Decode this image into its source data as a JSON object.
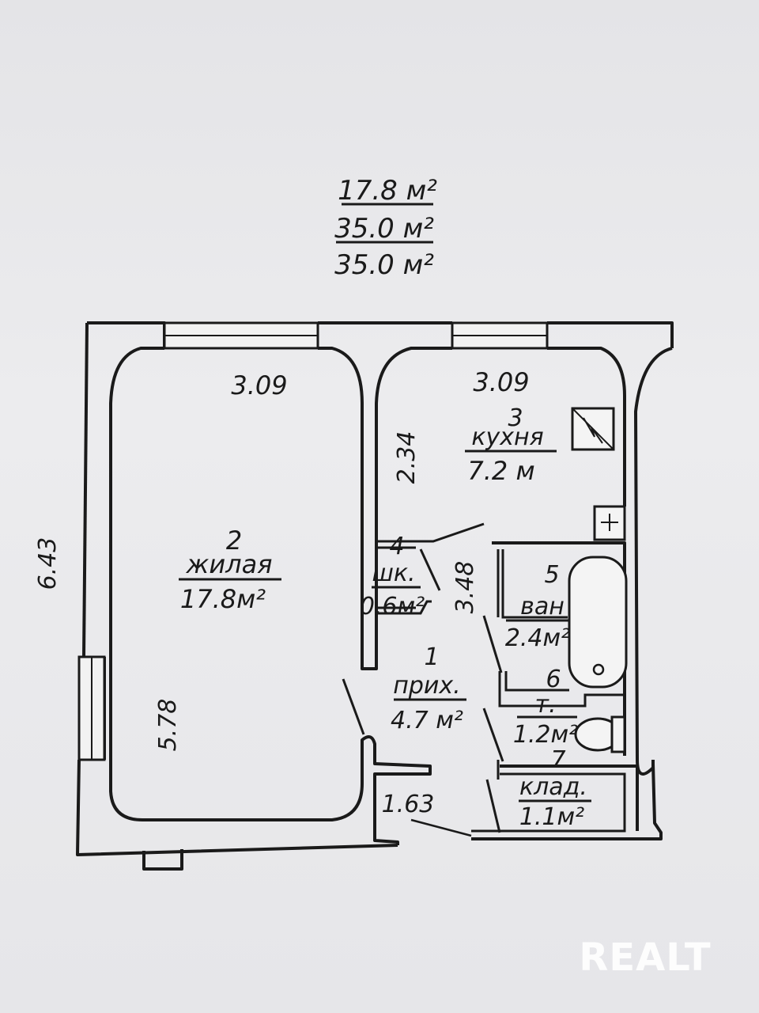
{
  "summary": {
    "living_area": "17.8 м²",
    "total_area": "35.0 м²",
    "total_area_2": "35.0 м²"
  },
  "dimensions": {
    "overall_height": "6.43",
    "living_width": "3.09",
    "living_height": "5.78",
    "kitchen_width": "3.09",
    "kitchen_height": "2.34",
    "hall_height": "3.48",
    "hall_width": "1.63"
  },
  "rooms": {
    "living": {
      "number": "2",
      "name": "жилая",
      "area": "17.8м²"
    },
    "kitchen": {
      "number": "3",
      "name": "кухня",
      "area": "7.2 м"
    },
    "closet": {
      "number": "4",
      "name": "шк.",
      "area": "0.6м²"
    },
    "bath": {
      "number": "5",
      "name": "ван",
      "area": "2.4м²"
    },
    "hall": {
      "number": "1",
      "name": "прих.",
      "area": "4.7 м²"
    },
    "toilet": {
      "number": "6",
      "name": "т.",
      "area": "1.2м²"
    },
    "storage": {
      "number": "7",
      "name": "клад.",
      "area": "1.1м²"
    }
  },
  "watermark": "REALT"
}
